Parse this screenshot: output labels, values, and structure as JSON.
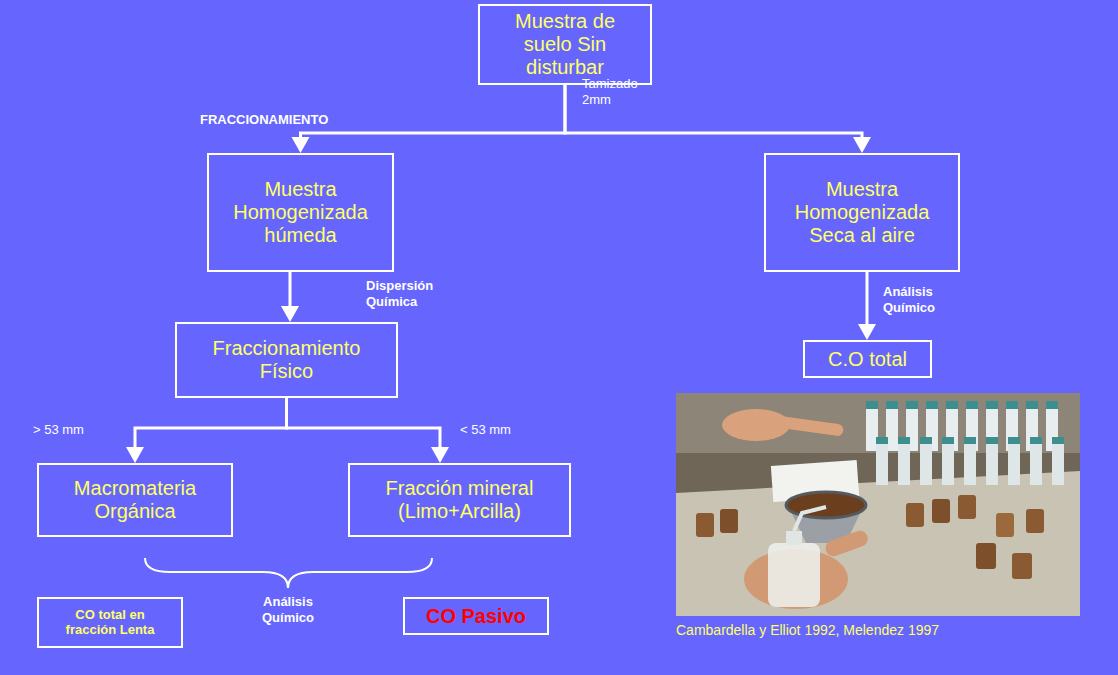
{
  "diagram": {
    "caption": "Cambardella y Elliot 1992, Melendez 1997",
    "nodes": [
      {
        "text": [
          "Muestra de suelo Sin disturbar"
        ]
      },
      {
        "text": [
          "Muestra Homogenizada húmeda"
        ]
      },
      {
        "text": [
          "Muestra Homogenizada Seca al aire"
        ]
      },
      {
        "text": [
          "Fraccionamiento Físico"
        ]
      },
      {
        "text": [
          "Macromateria Orgánica"
        ]
      },
      {
        "text": [
          "Fracción mineral (Limo+Arcilla)"
        ]
      },
      {
        "text": [
          "C.O total"
        ]
      },
      {
        "text": [
          "CO total en fracción Lenta"
        ]
      },
      {
        "text": [
          "CO Pasivo"
        ]
      }
    ],
    "edges": [
      {
        "from": 0,
        "to": 1,
        "arrow": "to"
      },
      {
        "from": 0,
        "to": 2,
        "arrow": "to"
      },
      {
        "from": 1,
        "to": 3,
        "label": "Dispersión Química",
        "arrow": "to"
      },
      {
        "from": 3,
        "to": 4,
        "arrow": "to"
      },
      {
        "from": 3,
        "to": 5,
        "arrow": "to"
      },
      {
        "from": 2,
        "to": 6,
        "label": "Análisis Químico",
        "arrow": "to"
      }
    ],
    "labels": [
      "FRACCIONAMIENTO",
      "Tamizado 2mm",
      "> 53 mm",
      "< 53 mm",
      "Análisis Químico"
    ]
  }
}
